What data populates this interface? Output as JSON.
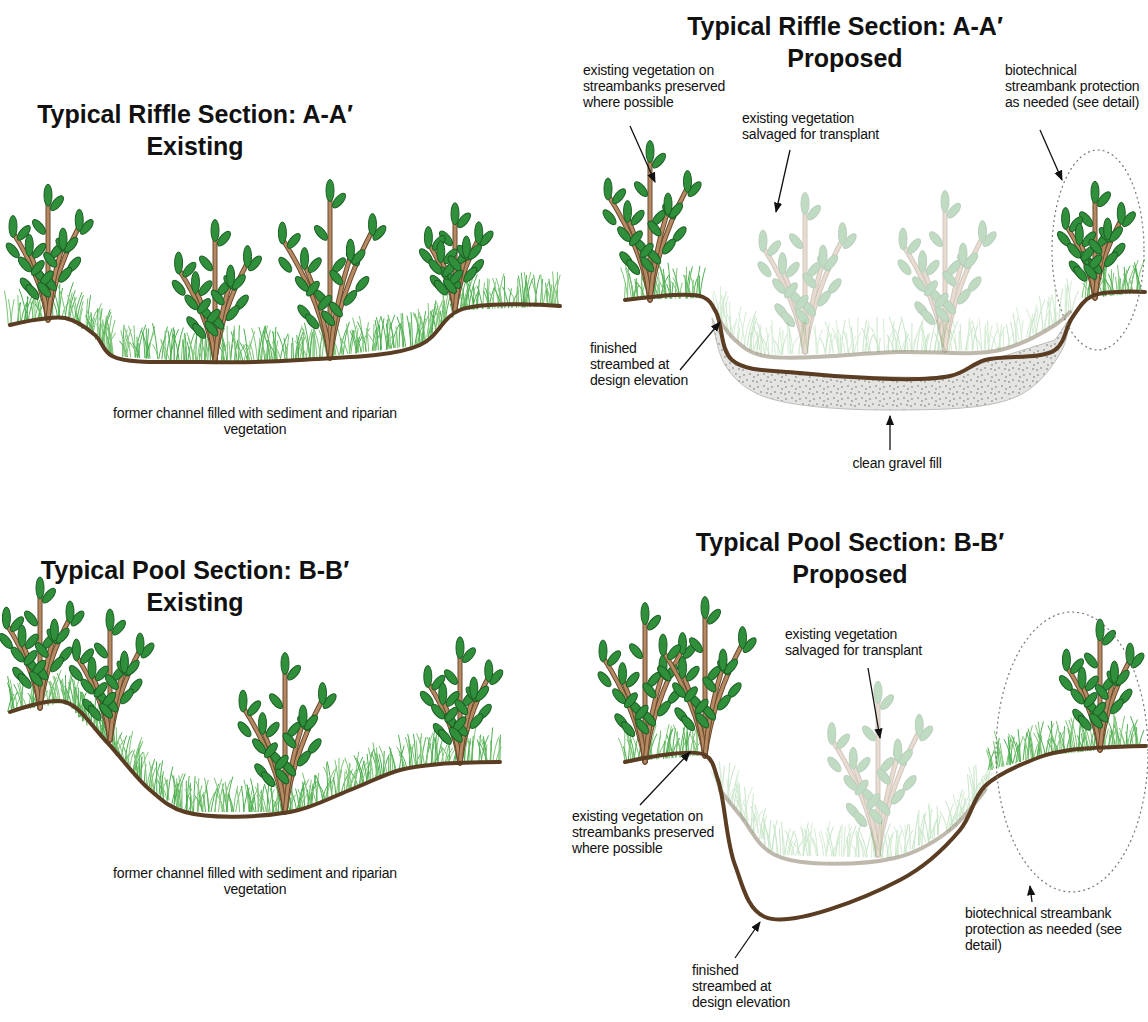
{
  "diagram": {
    "labels": [
      "Typical Riffle Section:  A-A′",
      "Existing",
      "former channel filled with sediment and riparian vegetation",
      "Typical Riffle Section:  A-A′",
      "Proposed",
      "existing vegetation on streambanks preserved where possible",
      "existing vegetation salvaged for transplant",
      "biotechnical streambank protection as needed (see detail)",
      "finished streambed at design elevation",
      "clean gravel fill",
      "Typical Pool Section:  B-B′",
      "Existing",
      "former channel filled with sediment and riparian vegetation",
      "Typical Pool Section:  B-B′",
      "Proposed",
      "existing vegetation salvaged for transplant",
      "existing vegetation on streambanks preserved where possible",
      "biotechnical streambank protection as needed (see detail)",
      "finished streambed at design elevation"
    ]
  }
}
